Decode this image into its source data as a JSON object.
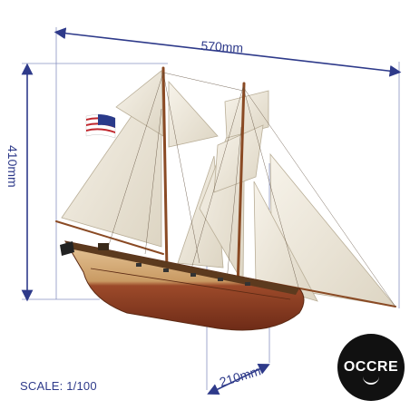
{
  "dimensions": {
    "width": "570mm",
    "height": "410mm",
    "depth": "210mm"
  },
  "scale_label": "SCALE: 1/100",
  "logo_text": "OCCRE",
  "colors": {
    "dimension_lines": "#2e3a8a",
    "sail": "#f1ece0",
    "hull_light": "#d8b384",
    "hull_dark": "#8a3b22",
    "logo_bg": "#111111"
  }
}
